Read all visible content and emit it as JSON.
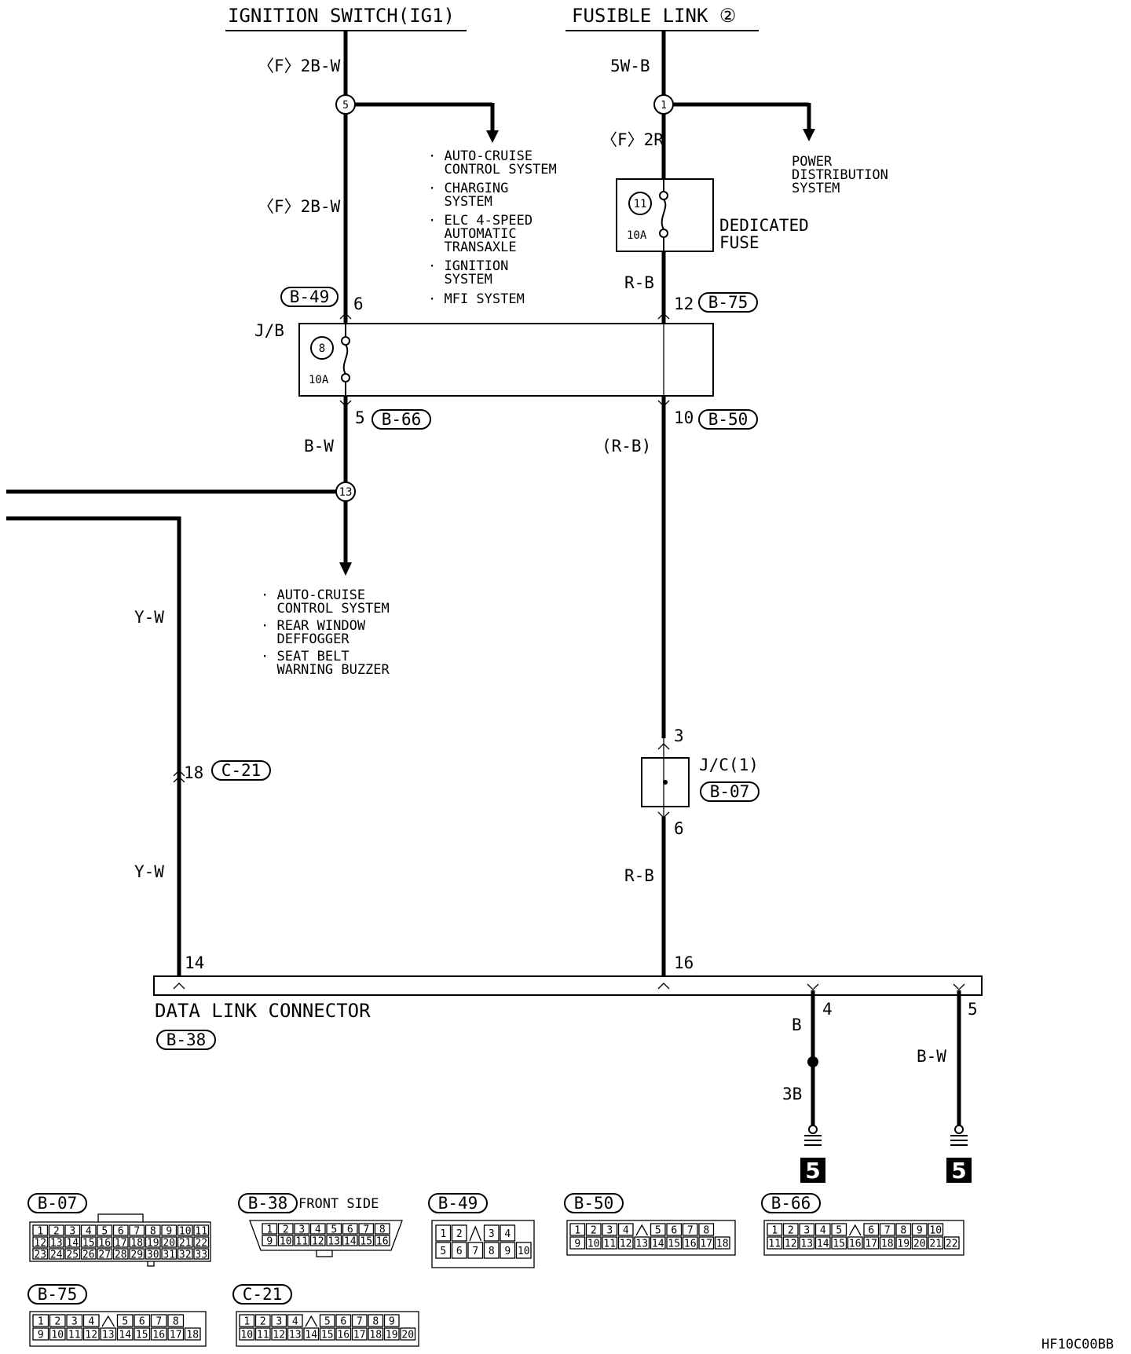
{
  "sources": {
    "ignition": "IGNITION SWITCH(IG1)",
    "fusible": "FUSIBLE LINK ②"
  },
  "wires": {
    "ig_top": "〈F〉2B-W",
    "ig_mid": "〈F〉2B-W",
    "fl_top": "5W-B",
    "fl_mid": "〈F〉2R",
    "rb1": "R-B",
    "bw": "B-W",
    "rb_paren": "(R-B)",
    "yw1": "Y-W",
    "yw2": "Y-W",
    "rb2": "R-B",
    "gnd_b": "B",
    "gnd_3b": "3B",
    "gnd_bw": "B-W"
  },
  "splices": {
    "s5": "5",
    "s1": "1",
    "s13": "13"
  },
  "branch_ig": [
    "· AUTO-CRUISE",
    "  CONTROL SYSTEM",
    "· CHARGING",
    "  SYSTEM",
    "· ELC 4-SPEED",
    "  AUTOMATIC",
    "  TRANSAXLE",
    "· IGNITION",
    "  SYSTEM",
    "· MFI SYSTEM"
  ],
  "branch_power": [
    "POWER",
    "DISTRIBUTION",
    "SYSTEM"
  ],
  "branch_13": [
    "· AUTO-CRUISE",
    "  CONTROL SYSTEM",
    "· REAR WINDOW",
    "  DEFFOGGER",
    "· SEAT BELT",
    "  WARNING BUZZER"
  ],
  "dedicated_fuse": {
    "num": "11",
    "amps": "10A",
    "label1": "DEDICATED",
    "label2": "FUSE"
  },
  "jb": {
    "label": "J/B",
    "num": "8",
    "amps": "10A"
  },
  "pins": {
    "b49": "6",
    "b75": "12",
    "b66": "5",
    "b50": "10",
    "c21": "18",
    "jc_in": "3",
    "jc_out": "6",
    "dlc14": "14",
    "dlc16": "16",
    "dlc4": "4",
    "dlc5": "5"
  },
  "connector_refs": {
    "b49": "B-49",
    "b75": "B-75",
    "b66": "B-66",
    "b50": "B-50",
    "c21": "C-21",
    "b07": "B-07",
    "b38": "B-38"
  },
  "jc": {
    "label": "J/C(1)"
  },
  "dlc": {
    "label": "DATA LINK CONNECTOR"
  },
  "grounds": {
    "g1": "5",
    "g2": "5"
  },
  "connectors": {
    "b07": {
      "ref": "B-07",
      "rows": [
        [
          "1",
          "2",
          "3",
          "4",
          "5",
          "6",
          "7",
          "8",
          "9",
          "10",
          "11"
        ],
        [
          "12",
          "13",
          "14",
          "15",
          "16",
          "17",
          "18",
          "19",
          "20",
          "21",
          "22"
        ],
        [
          "23",
          "24",
          "25",
          "26",
          "27",
          "28",
          "29",
          "30",
          "31",
          "32",
          "33"
        ]
      ]
    },
    "b38": {
      "ref": "B-38",
      "note": "FRONT SIDE",
      "rows": [
        [
          "1",
          "2",
          "3",
          "4",
          "5",
          "6",
          "7",
          "8"
        ],
        [
          "9",
          "10",
          "11",
          "12",
          "13",
          "14",
          "15",
          "16"
        ]
      ]
    },
    "b49": {
      "ref": "B-49",
      "rows": [
        [
          "1",
          "2",
          "",
          "3",
          "4"
        ],
        [
          "5",
          "6",
          "7",
          "8",
          "9",
          "10"
        ]
      ]
    },
    "b50": {
      "ref": "B-50",
      "rows": [
        [
          "1",
          "2",
          "3",
          "4",
          "",
          "5",
          "6",
          "7",
          "8"
        ],
        [
          "9",
          "10",
          "11",
          "12",
          "13",
          "14",
          "15",
          "16",
          "17",
          "18"
        ]
      ]
    },
    "b66": {
      "ref": "B-66",
      "rows": [
        [
          "1",
          "2",
          "3",
          "4",
          "5",
          "",
          "6",
          "7",
          "8",
          "9",
          "10"
        ],
        [
          "11",
          "12",
          "13",
          "14",
          "15",
          "16",
          "17",
          "18",
          "19",
          "20",
          "21",
          "22"
        ]
      ]
    },
    "b75": {
      "ref": "B-75",
      "rows": [
        [
          "1",
          "2",
          "3",
          "4",
          "",
          "5",
          "6",
          "7",
          "8"
        ],
        [
          "9",
          "10",
          "11",
          "12",
          "13",
          "14",
          "15",
          "16",
          "17",
          "18"
        ]
      ]
    },
    "c21": {
      "ref": "C-21",
      "rows": [
        [
          "1",
          "2",
          "3",
          "4",
          "",
          "5",
          "6",
          "7",
          "8",
          "9"
        ],
        [
          "10",
          "11",
          "12",
          "13",
          "14",
          "15",
          "16",
          "17",
          "18",
          "19",
          "20"
        ]
      ]
    }
  },
  "code": "HF10C00BB"
}
